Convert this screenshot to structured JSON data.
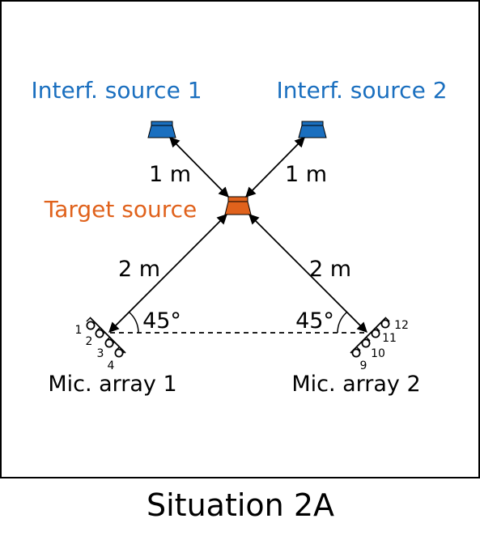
{
  "caption": "Situation 2A",
  "labels": {
    "interferer_1": "Interf. source 1",
    "interferer_2": "Interf. source 2",
    "target": "Target source",
    "mic_array_1": "Mic. array 1",
    "mic_array_2": "Mic. array 2"
  },
  "distances": {
    "interferer_1_to_target": "1 m",
    "interferer_2_to_target": "1 m",
    "target_to_array_1": "2 m",
    "target_to_array_2": "2 m"
  },
  "angles": {
    "array_1": "45°",
    "array_2": "45°"
  },
  "mic_numbers": {
    "array_1": [
      "1",
      "2",
      "3",
      "4"
    ],
    "array_2": [
      "9",
      "10",
      "11",
      "12"
    ]
  },
  "colors": {
    "interferer": "#1a6fbf",
    "target": "#e0621c",
    "line": "#000000"
  },
  "icons": {
    "interferer": "loudspeaker-icon",
    "target": "loudspeaker-icon",
    "microphone": "microphone-circle-icon"
  }
}
